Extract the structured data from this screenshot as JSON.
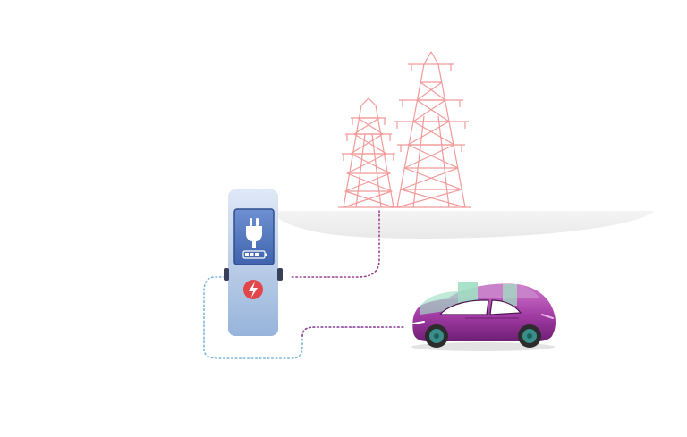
{
  "scene": {
    "subject": "ev-charging-illustration",
    "elements": {
      "towers": {
        "icon": "power-tower-icon",
        "count": 2
      },
      "charger": {
        "icon": "charging-station-icon",
        "plug_icon": "plug-icon",
        "lightning_icon": "lightning-bolt-icon",
        "battery_icon": "battery-level-icon",
        "battery_segments_filled": 3,
        "battery_segments_total": 4
      },
      "car": {
        "icon": "electric-car-icon"
      },
      "connections": [
        "grid-to-charger-line",
        "charger-to-car-cable"
      ]
    }
  },
  "colors": {
    "tower_stroke": "#f29a9a",
    "ground": "#f1f1f1",
    "ground_shadow": "#e6e6e6",
    "charger_top": "#dbe6f5",
    "charger_bottom": "#9fb9dc",
    "screen_bg": "#5b7fc6",
    "screen_frame": "#3f5f9f",
    "plug_white": "#ffffff",
    "bolt_red": "#e0464a",
    "grid_line": "#9b3f94",
    "cable_blue": "#79b7d8",
    "car_purple": "#a13aa3",
    "car_purple_dark": "#7b2380",
    "car_pink": "#d58ad5",
    "car_green": "#9fe0c3",
    "wheel_dark": "#2c2c2c",
    "wheel_rim": "#3a8e8a"
  }
}
